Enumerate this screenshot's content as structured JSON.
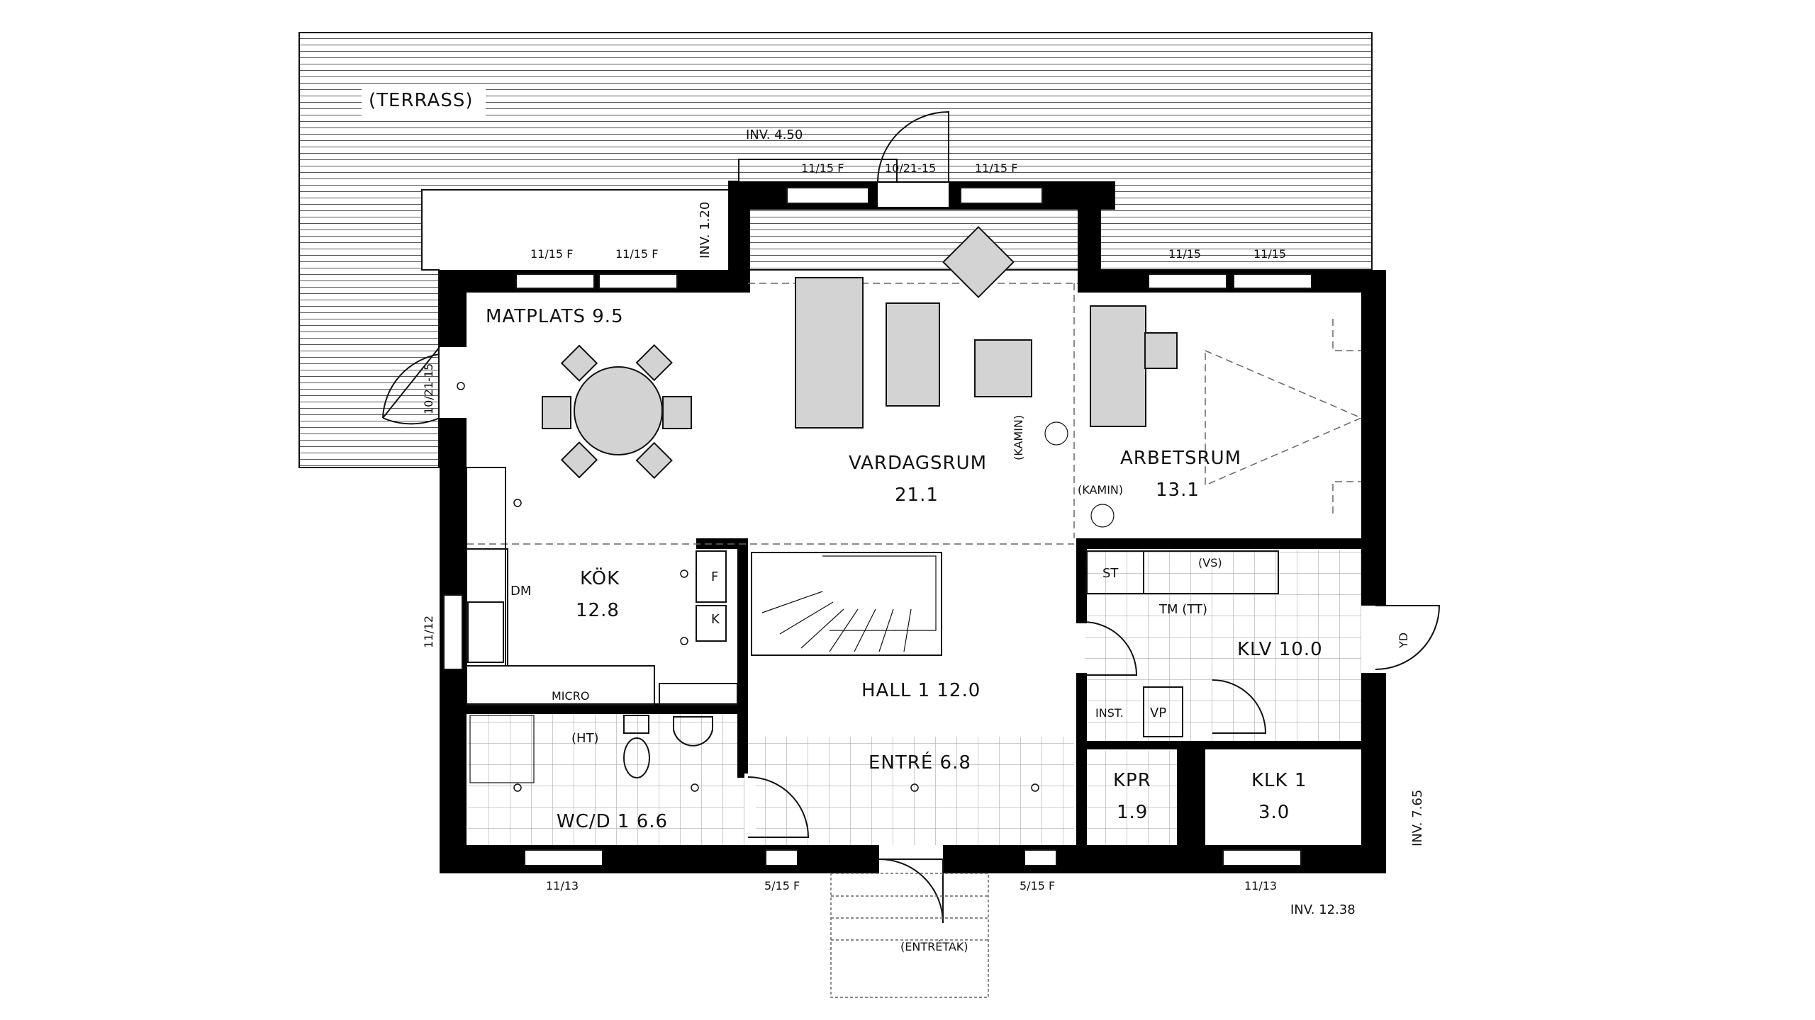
{
  "terrace": {
    "label": "(TERRASS)",
    "inv_top": "INV. 4.50",
    "inv_side": "INV. 1.20"
  },
  "rooms": {
    "matplats": "MATPLATS 9.5",
    "vardagsrum_name": "VARDAGSRUM",
    "vardagsrum_area": "21.1",
    "arbetsrum_name": "ARBETSRUM",
    "arbetsrum_area": "13.1",
    "kok_name": "KÖK",
    "kok_area": "12.8",
    "hall": "HALL 1 12.0",
    "entre": "ENTRÉ 6.8",
    "wcd": "WC/D 1 6.6",
    "klv": "KLV 10.0",
    "kpr_name": "KPR",
    "kpr_area": "1.9",
    "klk_name": "KLK 1",
    "klk_area": "3.0"
  },
  "fixtures": {
    "f": "F",
    "k": "K",
    "dm": "DM",
    "micro": "MICRO",
    "ht": "(HT)",
    "st": "ST",
    "vs": "(VS)",
    "tm": "TM (TT)",
    "inst": "INST.",
    "vp": "VP",
    "kamin1": "(KAMIN)",
    "kamin2": "(KAMIN)",
    "yd": "YD",
    "entretak": "(ENTRÉTAK)"
  },
  "windows": {
    "w_top_left1": "11/15 F",
    "w_top_left2": "11/15 F",
    "w_top_mid1": "11/15 F",
    "w_door_top": "10/21-15",
    "w_top_mid2": "11/15 F",
    "w_top_right1": "11/15",
    "w_top_right2": "11/15",
    "w_door_left": "10/21-15",
    "w_left": "11/12",
    "w_bottom_left": "11/13",
    "w_bottom_mid1": "5/15 F",
    "w_bottom_mid2": "5/15 F",
    "w_bottom_right": "11/13"
  },
  "levels": {
    "inv_right": "INV. 7.65",
    "inv_bottom": "INV. 12.38"
  }
}
